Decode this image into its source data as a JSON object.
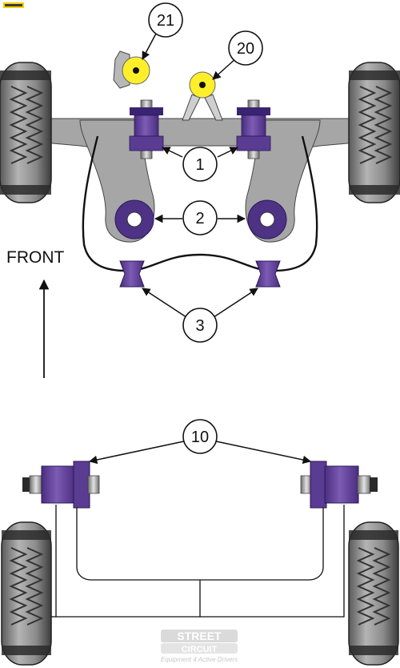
{
  "callouts": {
    "c21": "21",
    "c20": "20",
    "c1": "1",
    "c2": "2",
    "c3": "3",
    "c10": "10"
  },
  "direction_label": "FRONT",
  "watermark": {
    "brand_line1": "STREET",
    "brand_line2": "CIRCUIT",
    "tagline": "Equipment 4 Active Drivers"
  },
  "colors": {
    "bush_purple": "#6a4aa0",
    "bush_purple_dark": "#3a2370",
    "yellow_bush": "#ffef2a",
    "arm_grey": "#a6a6a6",
    "tyre_grey": "#8d8d8d",
    "tyre_dark": "#1e1e1e"
  }
}
